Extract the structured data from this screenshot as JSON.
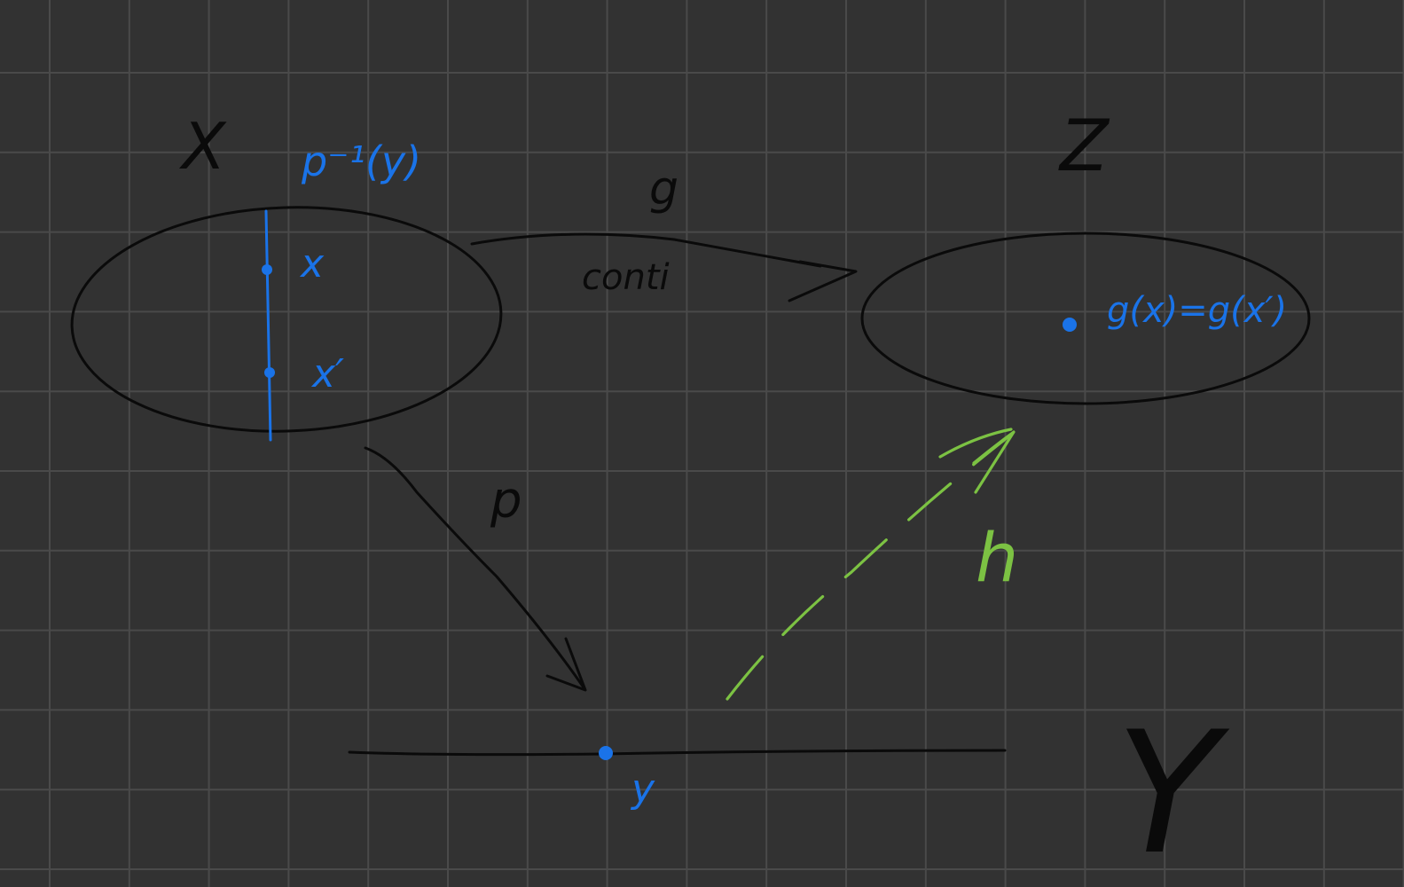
{
  "colors": {
    "background": "#323232",
    "grid": "#4a4a4a",
    "black_ink": "#0a0a0a",
    "blue_ink": "#1a73e8",
    "green_ink": "#7cc243"
  },
  "labels": {
    "space_x": "X",
    "space_z": "Z",
    "space_y": "Y",
    "fiber": "p⁻¹(y)",
    "point_x": "x",
    "point_x_prime": "x′",
    "map_g": "g",
    "map_g_note": "conti",
    "map_p": "p",
    "map_h": "h",
    "point_y": "y",
    "g_equality": "g(x)=g(x′)"
  }
}
